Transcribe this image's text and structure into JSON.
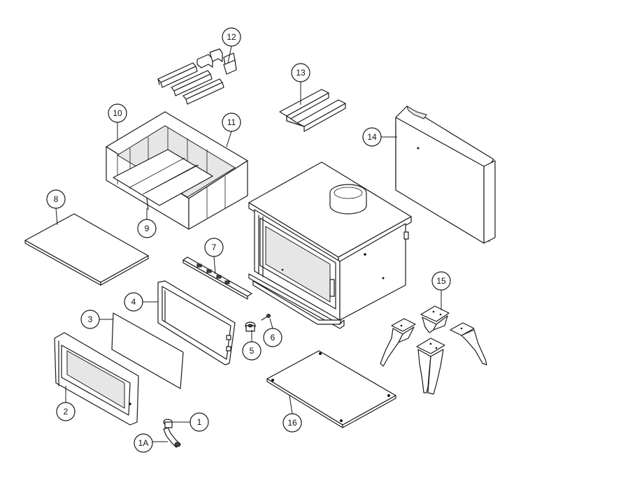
{
  "callouts": [
    {
      "id": "c1",
      "label": "1"
    },
    {
      "id": "c1a",
      "label": "1A"
    },
    {
      "id": "c2",
      "label": "2"
    },
    {
      "id": "c3",
      "label": "3"
    },
    {
      "id": "c4",
      "label": "4"
    },
    {
      "id": "c5",
      "label": "5"
    },
    {
      "id": "c6",
      "label": "6"
    },
    {
      "id": "c7",
      "label": "7"
    },
    {
      "id": "c8",
      "label": "8"
    },
    {
      "id": "c9",
      "label": "9"
    },
    {
      "id": "c10",
      "label": "10"
    },
    {
      "id": "c11",
      "label": "11"
    },
    {
      "id": "c12",
      "label": "12"
    },
    {
      "id": "c13",
      "label": "13"
    },
    {
      "id": "c14",
      "label": "14"
    },
    {
      "id": "c15",
      "label": "15"
    },
    {
      "id": "c16",
      "label": "16"
    }
  ]
}
